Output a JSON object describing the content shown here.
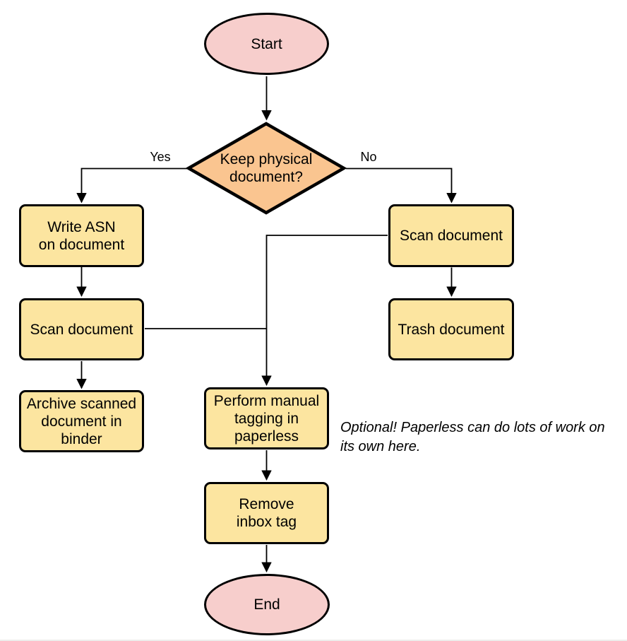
{
  "diagram": {
    "type": "flowchart",
    "nodes": {
      "start": {
        "label": "Start",
        "shape": "terminal"
      },
      "decision": {
        "label": "Keep physical\ndocument?",
        "shape": "decision"
      },
      "write_asn": {
        "label": "Write ASN\non document",
        "shape": "process"
      },
      "scan_left": {
        "label": "Scan document",
        "shape": "process"
      },
      "archive": {
        "label": "Archive scanned\ndocument in\nbinder",
        "shape": "process"
      },
      "scan_right": {
        "label": "Scan document",
        "shape": "process"
      },
      "trash": {
        "label": "Trash document",
        "shape": "process"
      },
      "tagging": {
        "label": "Perform manual\ntagging in\npaperless",
        "shape": "process"
      },
      "remove_tag": {
        "label": "Remove\ninbox tag",
        "shape": "process"
      },
      "end": {
        "label": "End",
        "shape": "terminal"
      }
    },
    "edge_labels": {
      "yes": "Yes",
      "no": "No"
    },
    "note": "Optional! Paperless can do lots of work on\nits own here.",
    "colors": {
      "terminal_fill": "#f7cecc",
      "decision_fill": "#fac590",
      "process_fill": "#fce5a0",
      "stroke": "#000000",
      "arrow": "#000000"
    }
  }
}
